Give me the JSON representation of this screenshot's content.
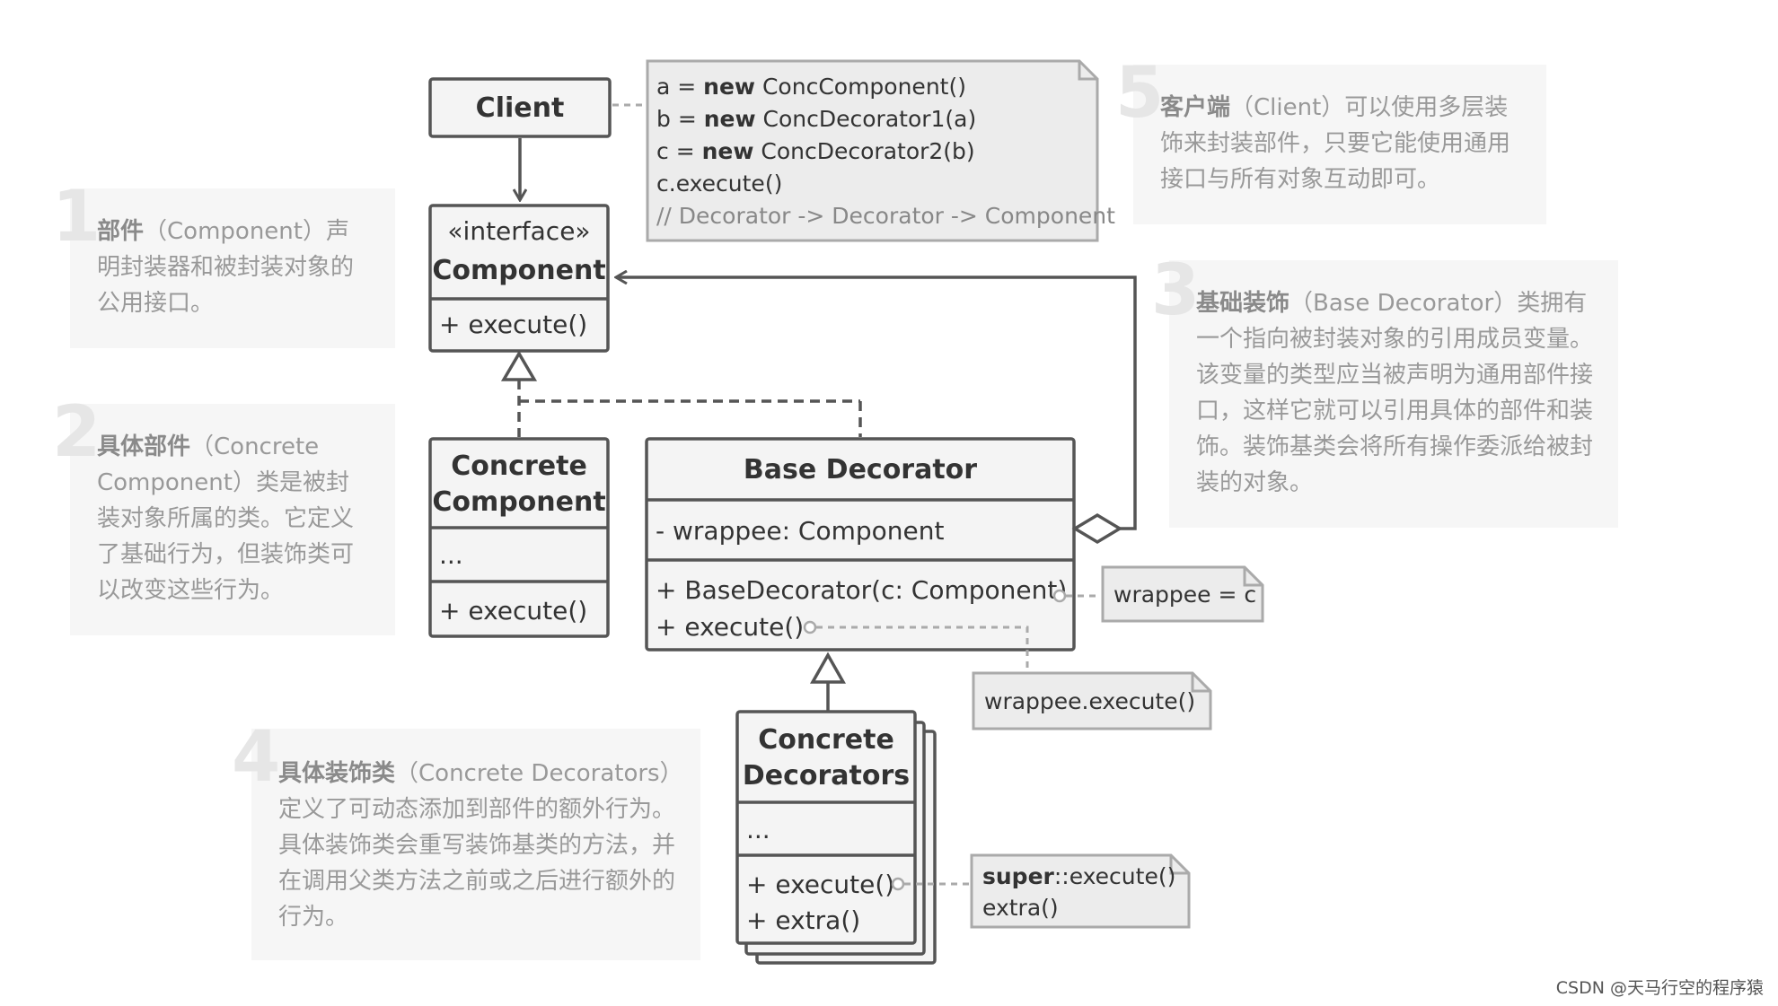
{
  "client": {
    "title": "Client"
  },
  "component": {
    "stereotype": "«interface»",
    "title": "Component",
    "method": "+ execute()"
  },
  "concrete_component": {
    "title_line1": "Concrete",
    "title_line2": "Component",
    "fields": "...",
    "method": "+ execute()"
  },
  "base_decorator": {
    "title": "Base Decorator",
    "field": "- wrappee: Component",
    "method1": "+ BaseDecorator(c: Component)",
    "method2": "+ execute()"
  },
  "concrete_decorators": {
    "title_line1": "Concrete",
    "title_line2": "Decorators",
    "fields": "...",
    "method1": "+ execute()",
    "method2": "+ extra()"
  },
  "client_code_note": {
    "lines": [
      {
        "pre": "a = ",
        "kw": "new",
        "post": " ConcComponent()"
      },
      {
        "pre": "b = ",
        "kw": "new",
        "post": " ConcDecorator1(a)"
      },
      {
        "pre": "c = ",
        "kw": "new",
        "post": " ConcDecorator2(b)"
      },
      {
        "pre": "c.execute()",
        "kw": "",
        "post": ""
      }
    ],
    "comment": "// Decorator -> Decorator -> Component"
  },
  "wrappee_assign_note": "wrappee = c",
  "wrappee_execute_note": "wrappee.execute()",
  "super_note": {
    "kw": "super",
    "rest": "::execute()",
    "line2": "extra()"
  },
  "callouts": [
    {
      "num": "1",
      "title": "部件",
      "text": "（Component）声明封装器和被封装对象的公用接口。"
    },
    {
      "num": "2",
      "title": "具体部件",
      "text": "（Concrete Component）类是被封装对象所属的类。它定义了基础行为，但装饰类可以改变这些行为。"
    },
    {
      "num": "3",
      "title": "基础装饰",
      "text": "（Base Decorator）类拥有一个指向被封装对象的引用成员变量。该变量的类型应当被声明为通用部件接口，这样它就可以引用具体的部件和装饰。装饰基类会将所有操作委派给被封装的对象。"
    },
    {
      "num": "4",
      "title": "具体装饰类",
      "text": "（Concrete Decorators）定义了可动态添加到部件的额外行为。具体装饰类会重写装饰基类的方法，并在调用父类方法之前或之后进行额外的行为。"
    },
    {
      "num": "5",
      "title": "客户端",
      "text": "（Client）可以使用多层装饰来封装部件，只要它能使用通用接口与所有对象互动即可。"
    }
  ],
  "watermark": "CSDN @天马行空的程序猿"
}
